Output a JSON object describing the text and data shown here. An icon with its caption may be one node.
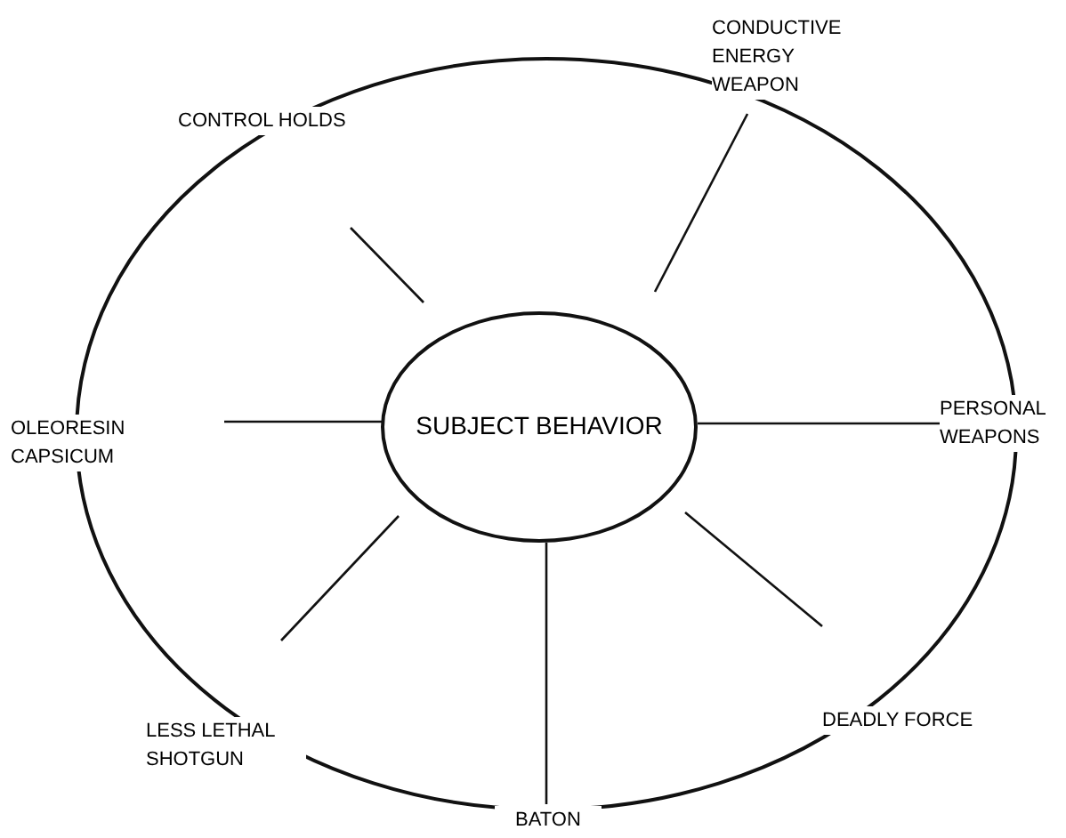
{
  "diagram": {
    "nodes": [
      {
        "text": [
          "SUBJECT BEHAVIOR"
        ]
      }
    ],
    "labels": [
      "CONDUCTIVE ENERGY WEAPON",
      "CONTROL HOLDS",
      "OLEORESIN CAPSICUM",
      "PERSONAL WEAPONS",
      "DEADLY FORCE",
      "LESS LETHAL SHOTGUN",
      "BATON"
    ]
  }
}
